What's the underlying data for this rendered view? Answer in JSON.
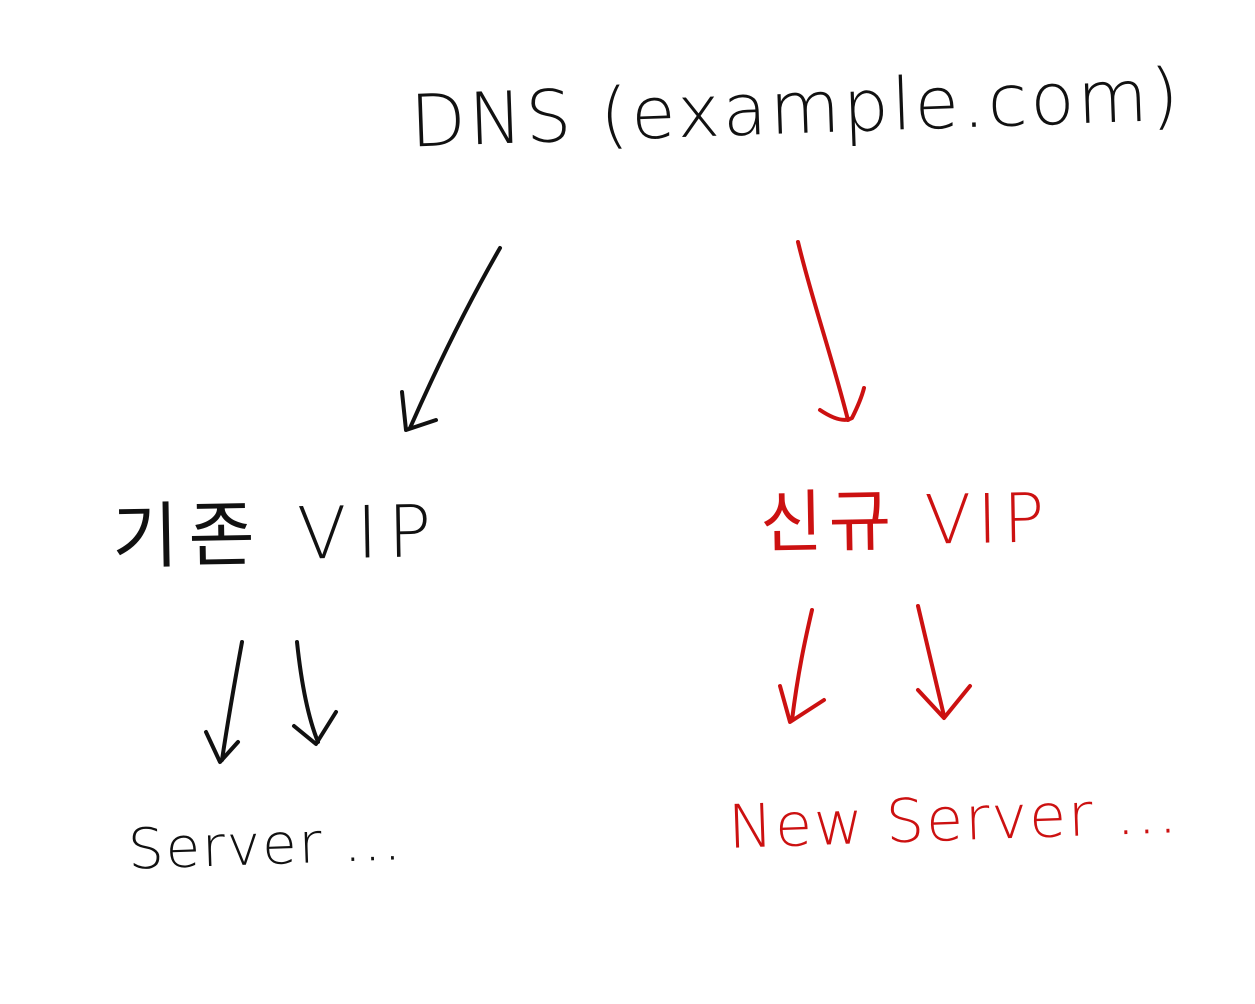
{
  "root": {
    "label": "DNS (example.com)"
  },
  "branches": {
    "existing": {
      "vip_label": "기존 VIP",
      "server_label": "Server ..."
    },
    "new": {
      "vip_label": "신규 VIP",
      "server_label": "New Server ..."
    }
  },
  "colors": {
    "existing_ink": "#111111",
    "new_ink": "#cc1111",
    "background": "#ffffff"
  }
}
